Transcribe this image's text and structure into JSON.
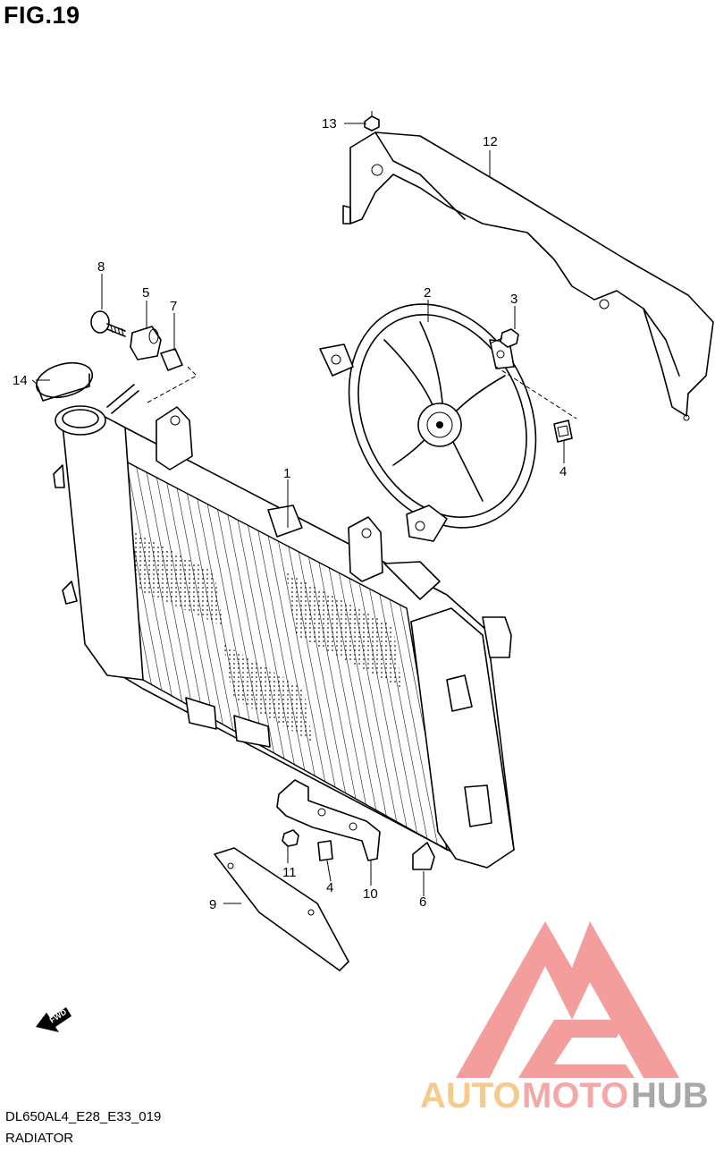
{
  "figure": {
    "title": "FIG.19"
  },
  "footer": {
    "model_code": "DL650AL4_E28_E33_019",
    "section_name": "RADIATOR"
  },
  "direction_marker": {
    "text": "FWD",
    "icon": "fwd-arrow-icon"
  },
  "watermark": {
    "brand": "AUTOMOTOHUB",
    "brand_part1": "AUTO",
    "brand_part2": "MOTO",
    "brand_part3": "HUB",
    "colors": {
      "auto": "#f5c07a",
      "moto": "#f29a9a",
      "hub": "#9a9a9a",
      "logo": "#f28c8c"
    }
  },
  "callouts": {
    "c1": "1",
    "c2": "2",
    "c3": "3",
    "c4a": "4",
    "c4b": "4",
    "c5": "5",
    "c6": "6",
    "c7": "7",
    "c8": "8",
    "c9": "9",
    "c10": "10",
    "c11": "11",
    "c12": "12",
    "c13": "13",
    "c14": "14"
  }
}
